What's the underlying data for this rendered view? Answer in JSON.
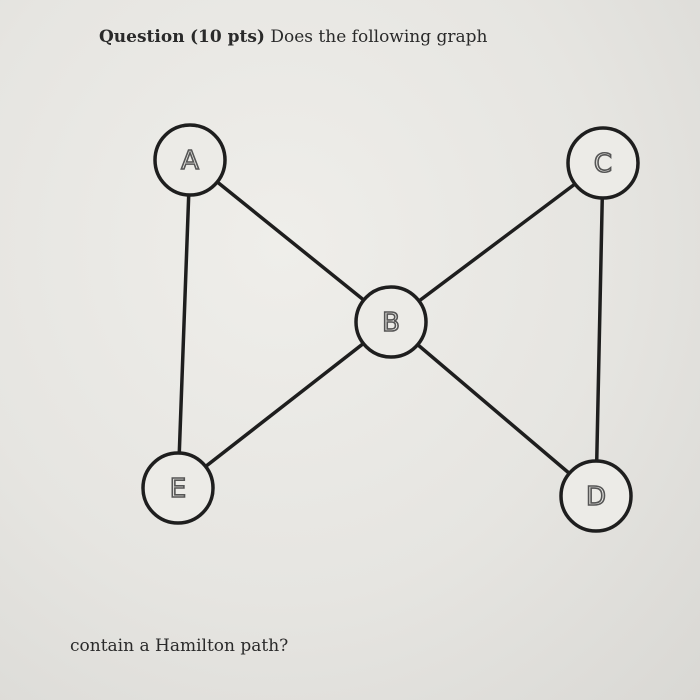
{
  "question": {
    "label": "Question",
    "points": "(10 pts)",
    "text": "Does the following graph"
  },
  "closing_text": "contain a Hamilton path?",
  "graph": {
    "nodes": [
      "A",
      "B",
      "C",
      "D",
      "E"
    ],
    "edges": [
      [
        "A",
        "B"
      ],
      [
        "A",
        "E"
      ],
      [
        "B",
        "C"
      ],
      [
        "B",
        "D"
      ],
      [
        "B",
        "E"
      ],
      [
        "C",
        "D"
      ]
    ]
  }
}
